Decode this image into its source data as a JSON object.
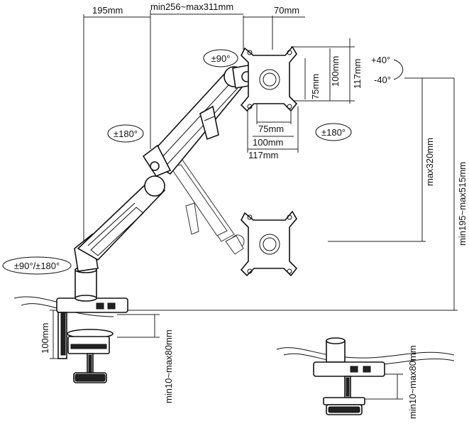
{
  "dimensions": {
    "top_left_width": "195mm",
    "arm_reach": "min256~max311mm",
    "head_offset": "70mm",
    "vesa_h_100": "100mm",
    "vesa_h_75": "75mm",
    "vesa_h_117": "117mm",
    "vesa_w_75": "75mm",
    "vesa_w_100": "100mm",
    "vesa_w_117": "117mm",
    "max_height": "max320mm",
    "total_height": "min195~max515mm",
    "clamp_height": "100mm",
    "clamp_range": "min10~max80mm",
    "grommet_range": "min10~max80mm"
  },
  "rotations": {
    "head_rotation": "±90°",
    "tilt_up": "+40°",
    "tilt_down": "-40°",
    "upper_arm_swivel": "±180°",
    "head_swivel": "±180°",
    "base_rotation": "±90°/±180°"
  }
}
